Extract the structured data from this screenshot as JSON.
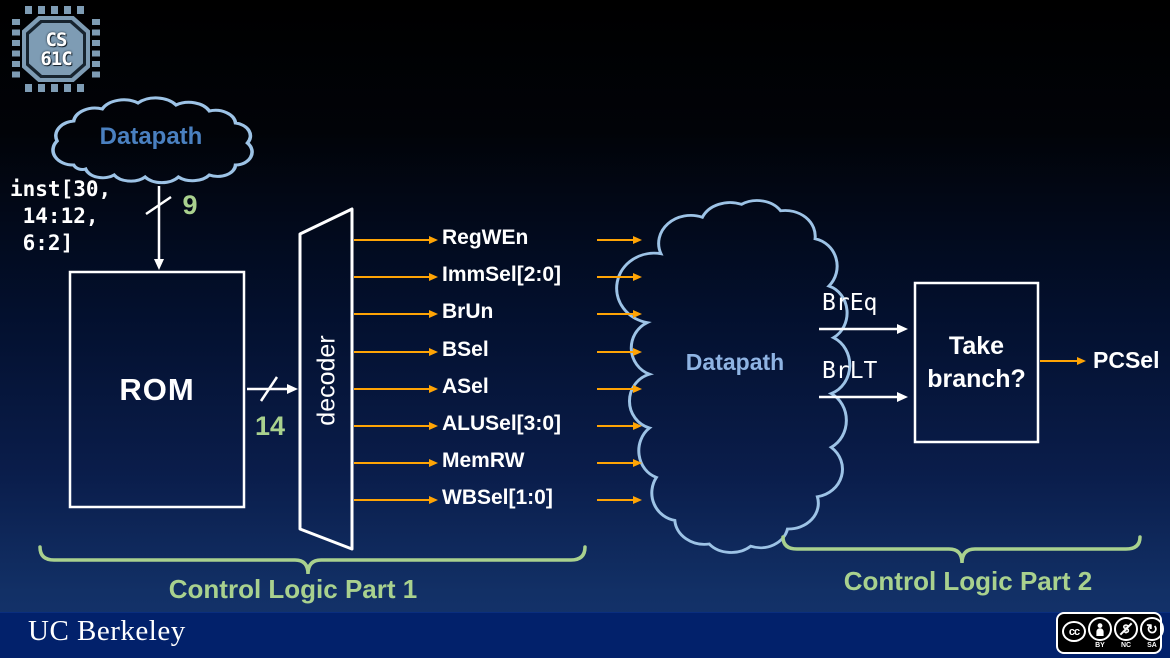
{
  "slide": {
    "logo": {
      "line1": "CS",
      "line2": "61C"
    },
    "small_cloud": {
      "label": "Datapath"
    },
    "inst_label": {
      "text": "inst[30,\n 14:12,\n 6:2]"
    },
    "bus_widths": {
      "rom_input": "9",
      "rom_output": "14"
    },
    "rom": {
      "label": "ROM"
    },
    "decoder": {
      "label": "decoder"
    },
    "signals": [
      "RegWEn",
      "ImmSel[2:0]",
      "BrUn",
      "BSel",
      "ASel",
      "ALUSel[3:0]",
      "MemRW",
      "WBSel[1:0]"
    ],
    "big_cloud": {
      "label": "Datapath"
    },
    "branch_inputs": {
      "breq": "BrEq",
      "brlt": "BrLT"
    },
    "take_branch": {
      "line1": "Take",
      "line2": "branch?"
    },
    "pcsel": {
      "label": "PCSel"
    },
    "braces": {
      "part1": "Control Logic Part 1",
      "part2": "Control Logic Part 2"
    },
    "footer": {
      "brand": "UC Berkeley",
      "license": {
        "cc": "cc",
        "by": "BY",
        "nc": "NC",
        "sa": "SA",
        "sa_symbol": "↻"
      }
    },
    "colors": {
      "wire_orange": "#FFA405",
      "annotation_green": "#A9D18E",
      "cloud_stroke": "#9DC3E6",
      "small_cloud_text": "#4A80C0",
      "big_cloud_text": "#8FB4E3",
      "footer_bar": "#02216B"
    }
  }
}
